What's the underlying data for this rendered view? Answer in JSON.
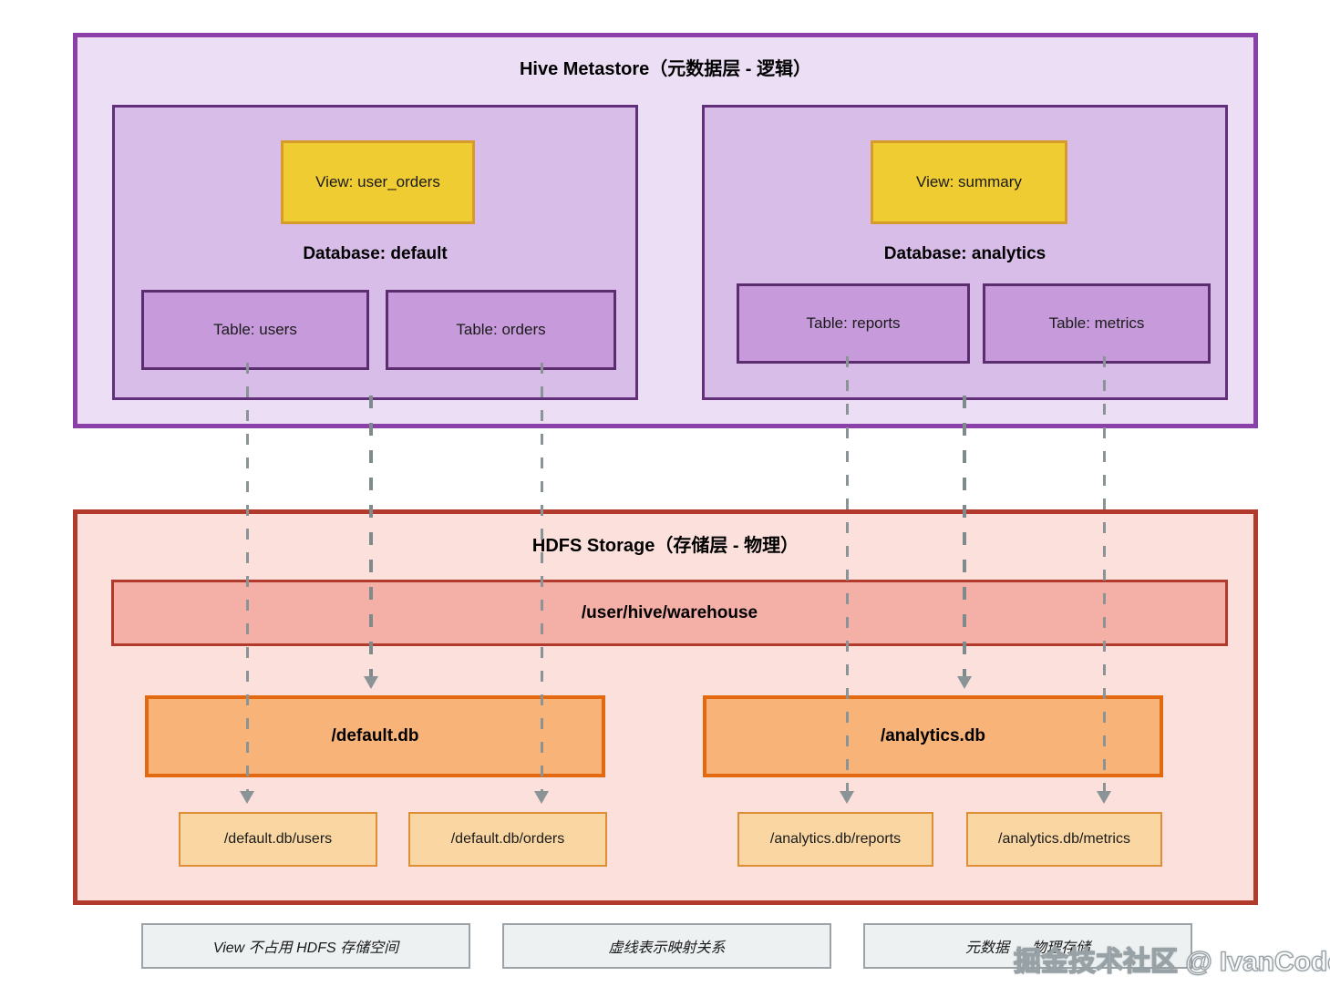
{
  "metastore": {
    "title": "Hive Metastore（元数据层 - 逻辑）",
    "databases": [
      {
        "name": "Database: default",
        "view": "View: user_orders",
        "tables": [
          "Table: users",
          "Table: orders"
        ]
      },
      {
        "name": "Database: analytics",
        "view": "View: summary",
        "tables": [
          "Table: reports",
          "Table: metrics"
        ]
      }
    ]
  },
  "hdfs": {
    "title": "HDFS Storage（存储层 - 物理）",
    "warehouse_path": "/user/hive/warehouse",
    "folders": [
      {
        "name": "/default.db",
        "paths": [
          "/default.db/users",
          "/default.db/orders"
        ]
      },
      {
        "name": "/analytics.db",
        "paths": [
          "/analytics.db/reports",
          "/analytics.db/metrics"
        ]
      }
    ]
  },
  "legend": {
    "notes": [
      "View 不占用 HDFS 存储空间",
      "虚线表示映射关系",
      "元数据 ↔ 物理存储"
    ]
  },
  "watermark": "掘金技术社区 @ IvanCodes",
  "colors": {
    "metastore_fill": "#ECDEF5",
    "metastore_border": "#8B3FA8",
    "database_fill": "#D8BDE8",
    "database_border": "#62307A",
    "table_fill": "#C79BDB",
    "table_border": "#5C2D6E",
    "view_fill": "#F0CC33",
    "view_border": "#D79B2C",
    "hdfs_fill": "#FBE0DC",
    "hdfs_border": "#B23A2C",
    "warehouse_fill": "#F4AFA6",
    "folder_fill": "#F8B379",
    "folder_border": "#E2690F",
    "path_fill": "#FAD7A2",
    "path_border": "#DE8F35",
    "legend_fill": "#EDF1F2",
    "legend_border": "#9BA3A6",
    "mapping_line": "#8A9396"
  }
}
